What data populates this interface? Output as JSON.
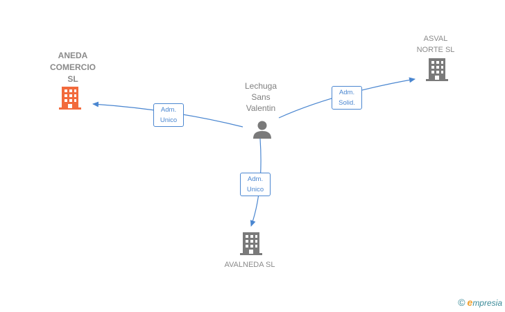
{
  "center_person": {
    "name": "Lechuga\nSans\nValentin",
    "icon": "person-icon"
  },
  "companies": [
    {
      "id": "aneda",
      "name": "ANEDA\nCOMERCIO\nSL",
      "color": "#f26a3c",
      "icon": "building-icon"
    },
    {
      "id": "asval",
      "name": "ASVAL\nNORTE  SL",
      "color": "#7a7a7a",
      "icon": "building-icon"
    },
    {
      "id": "avalneda",
      "name": "AVALNEDA  SL",
      "color": "#7a7a7a",
      "icon": "building-icon"
    }
  ],
  "relations": [
    {
      "to": "aneda",
      "label": "Adm.\nUnico"
    },
    {
      "to": "asval",
      "label": "Adm.\nSolid."
    },
    {
      "to": "avalneda",
      "label": "Adm.\nUnico"
    }
  ],
  "colors": {
    "edge": "#4a86d0",
    "person": "#7a7a7a"
  },
  "brand": {
    "copyright": "©",
    "name": "mpresia",
    "initial": "e"
  }
}
